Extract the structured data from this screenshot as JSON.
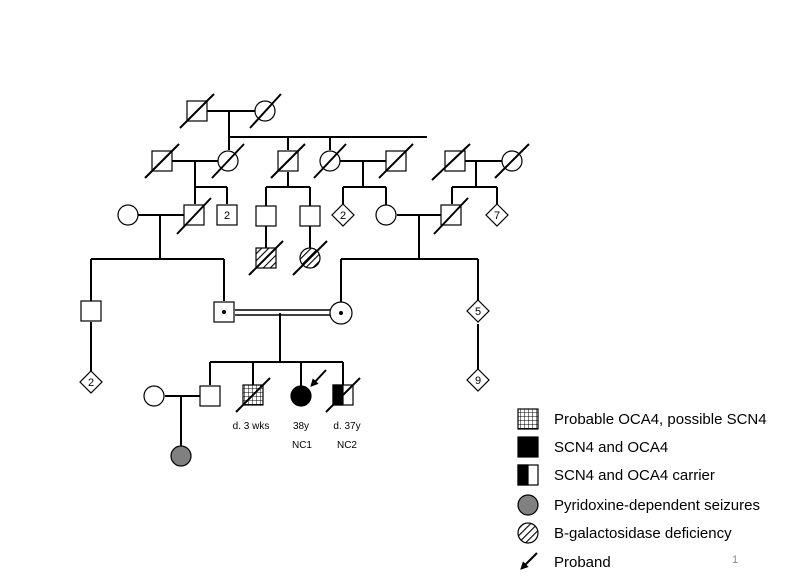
{
  "pedigree": {
    "annotations": {
      "deceased_3wks": "d. 3 wks",
      "proband_age": "38y",
      "proband_id": "NC1",
      "sibling_age": "d. 37y",
      "sibling_id": "NC2"
    },
    "counts": {
      "g2_brother": "2",
      "g3_diamond_a": "2",
      "g3_diamond_b": "7",
      "g4_diamond": "5",
      "g5_left_diamond": "2",
      "g5_right_diamond": "9"
    }
  },
  "legend": [
    {
      "symbol": "grid-square",
      "label": "Probable OCA4, possible SCN4"
    },
    {
      "symbol": "filled-square",
      "label": "SCN4 and OCA4"
    },
    {
      "symbol": "half-filled-square",
      "label": "SCN4 and OCA4 carrier"
    },
    {
      "symbol": "gray-circle",
      "label": "Pyridoxine-dependent seizures"
    },
    {
      "symbol": "hatched-circle",
      "label": "B-galactosidase deficiency"
    },
    {
      "symbol": "proband-arrow",
      "label": "Proband"
    }
  ],
  "colors": {
    "affected": "#000000",
    "seizures": "#808080",
    "line": "#000000"
  },
  "page_number": "1"
}
